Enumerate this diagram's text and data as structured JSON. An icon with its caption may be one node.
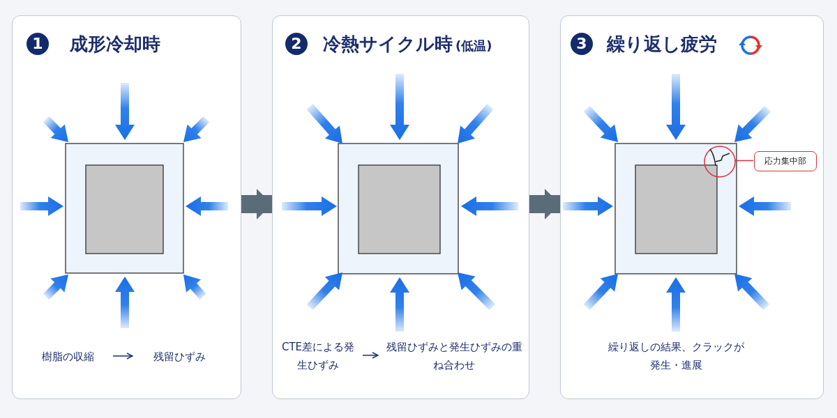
{
  "diagram": {
    "nodes": [
      {
        "text": [
          "1",
          "成形冷却時"
        ]
      },
      {
        "text": [
          "樹脂の収縮"
        ],
        "in": 0
      },
      {
        "text": [
          "残留ひずみ"
        ],
        "in": 0
      },
      {
        "text": [
          "2",
          "冷熱サイクル時",
          "(低温)"
        ]
      },
      {
        "text": [
          "CTE差による発生ひずみ"
        ],
        "in": 3
      },
      {
        "text": [
          "残留ひずみと発生ひずみの重ね合わせ"
        ],
        "in": 3
      },
      {
        "text": [
          "3",
          "繰り返し疲労"
        ]
      },
      {
        "text": [],
        "shape": "circle",
        "in": 6
      },
      {
        "text": [
          "応力集中部"
        ],
        "in": 6
      },
      {
        "text": [
          "繰り返しの結果、クラックが発生・進展"
        ],
        "in": 6
      }
    ],
    "edges": [
      {
        "from": 0,
        "to": 3,
        "arrow": "to",
        "style": "thick",
        "color": "#5b6c79"
      },
      {
        "from": 3,
        "to": 6,
        "arrow": "to",
        "style": "thick",
        "color": "#5b6c79"
      },
      {
        "from": 1,
        "to": 2,
        "arrow": "to",
        "color": "#1c2d6b"
      },
      {
        "from": 4,
        "to": 5,
        "arrow": "to",
        "color": "#1c2d6b"
      },
      {
        "from": 8,
        "to": 7,
        "arrow": "none",
        "color": "#d8333b"
      }
    ]
  }
}
